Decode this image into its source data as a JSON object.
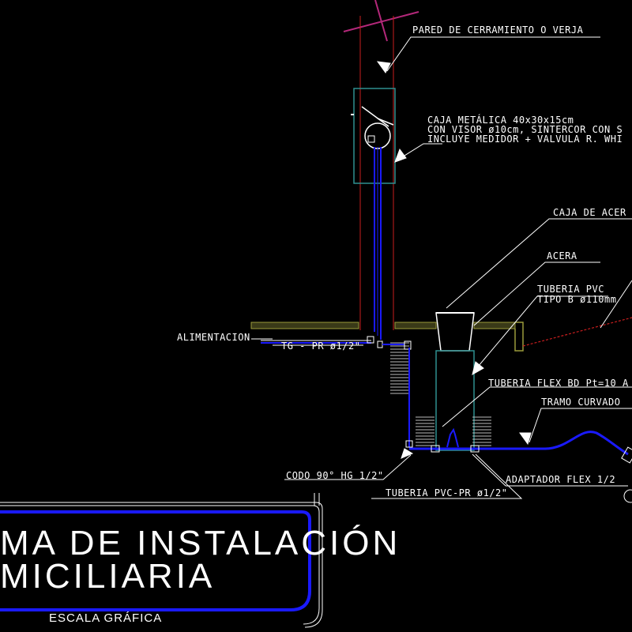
{
  "labels": {
    "fence_wall": "PARED DE CERRAMIENTO O VERJA",
    "meter_box_line1": "CAJA METÁLICA 40x30x15cm",
    "meter_box_line2": "CON VISOR ø10cm, SINTERCOR CON S",
    "meter_box_line3": "INCLUYE MEDIDOR + VALVULA R. WHI",
    "sidewalk_box": "CAJA DE ACER",
    "sidewalk": "ACERA",
    "pvc_pipe_line1": "TUBERIA PVC",
    "pvc_pipe_line2": "TIPO B ø110mm",
    "feed": "ALIMENTACION",
    "tg_pr": "TG - PR ø1/2\"",
    "flex_pipe": "TUBERIA FLEX BD Pt=10 A",
    "curved_section": "TRAMO CURVADO",
    "elbow": "CODO 90° HG 1/2\"",
    "flex_adapter": "ADAPTADOR FLEX 1/2",
    "pvc_pr_pipe": "TUBERIA PVC-PR ø1/2\""
  },
  "title": {
    "line1": "MA DE INSTALACIÓN",
    "line2": "MICILIARIA"
  },
  "scale_label": "ESCALA GRÁFICA",
  "colors": {
    "background": "#000000",
    "text": "#ffffff",
    "pipe_blue": "#1a1aff",
    "red_line": "#c81e1e",
    "magenta": "#b4287a",
    "teal": "#2f8f8f",
    "olive": "#6b6b2a",
    "grey": "#bdbdbd"
  }
}
